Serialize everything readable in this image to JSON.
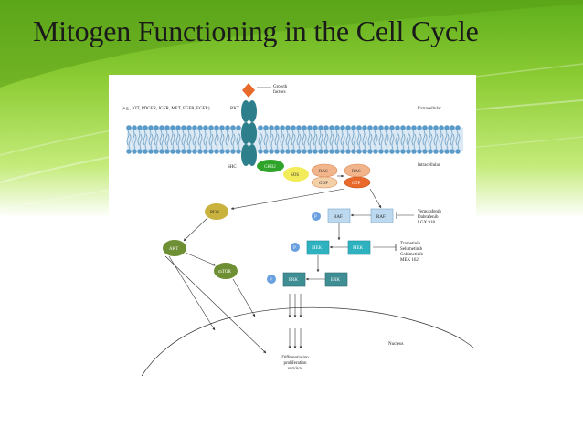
{
  "slide": {
    "title": "Mitogen Functioning in the Cell Cycle",
    "colors": {
      "green_dark": "#4a9e12",
      "green_light": "#a8de3c",
      "membrane_blue": "#5b9bc9",
      "receptor_teal": "#2e7f8c",
      "kinase_light": "#bcd9ef",
      "kinase_cyan": "#2fb2c0",
      "kinase_teal": "#3f8e94",
      "node_olive": "#6f8f34",
      "ras_orange": "#f2b48a"
    }
  },
  "diagram": {
    "growth_factors_label": "Growth\nfactors",
    "receptor_examples": "(e.g., KIT, PDGFR, IGFR, MET, FGFR, EGFR)",
    "rkt_label": "RKT",
    "extracellular_label": "Extracellular",
    "intracellular_label": "Intracellular",
    "shc_label": "SHC",
    "grb2_label": "GRB2",
    "sos_label": "SOS",
    "ras_gdp_label": "RAS",
    "gdp_label": "GDP",
    "ras_gtp_label": "RAS",
    "gtp_label": "GTP",
    "pi3k_label": "PI3K",
    "akt_label": "AKT",
    "mtor_label": "mTOR",
    "p_label": "P",
    "raf_label": "RAF",
    "mek_label": "MEK",
    "erk_label": "ERK",
    "raf_inhibitors": [
      "Vemurafenib",
      "Dabrafenib",
      "LGX 818"
    ],
    "mek_inhibitors": [
      "Trametinib",
      "Selumetinib",
      "Cobimetinib",
      "MEK 162"
    ],
    "nucleus_label": "Nucleus",
    "outcome_lines": [
      "Differentiation",
      "proliferation",
      "survival"
    ]
  }
}
